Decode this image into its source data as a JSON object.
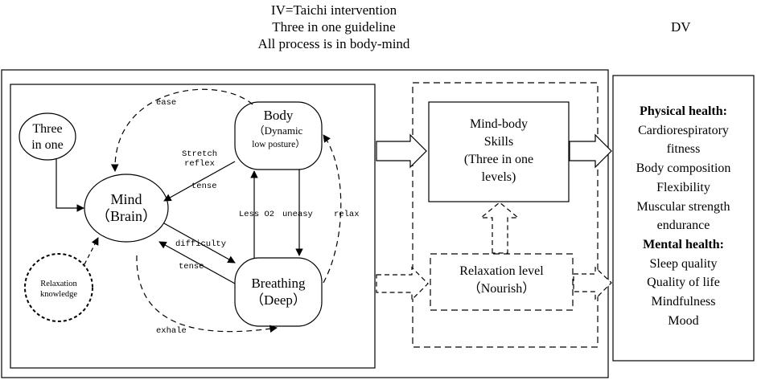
{
  "header": {
    "iv_lines": [
      "IV=Taichi intervention",
      "Three in one guideline",
      "All process is in body-mind"
    ],
    "dv_label": "DV"
  },
  "nodes": {
    "three_in_one": [
      "Three",
      "in one"
    ],
    "mind": [
      "Mind",
      "（Brain）"
    ],
    "body": [
      "Body",
      "（Dynamic",
      "low posture）"
    ],
    "breathing": [
      "Breathing",
      "（Deep）"
    ],
    "relaxation_knowledge": [
      "Relaxation",
      "knowledge"
    ],
    "mind_body_skills": [
      "Mind-body",
      "Skills",
      "(Three in one",
      "levels)"
    ],
    "relaxation_level": [
      "Relaxation level",
      "（Nourish）"
    ]
  },
  "arrow_labels": {
    "ease": "ease",
    "stretch_reflex": [
      "Stretch",
      "reflex"
    ],
    "tense_top": "tense",
    "less_o2": "Less O2",
    "uneasy": "uneasy",
    "relax": "relax",
    "difficulty": "difficulty",
    "tense_bottom": "tense",
    "exhale": "exhale"
  },
  "outcomes": {
    "physical_heading": "Physical health:",
    "physical_items": [
      "Cardiorespiratory",
      "fitness",
      "Body composition",
      "Flexibility",
      "Muscular strength",
      "endurance"
    ],
    "mental_heading": "Mental health:",
    "mental_items": [
      "Sleep quality",
      "Quality of life",
      "Mindfulness",
      "Mood"
    ]
  }
}
